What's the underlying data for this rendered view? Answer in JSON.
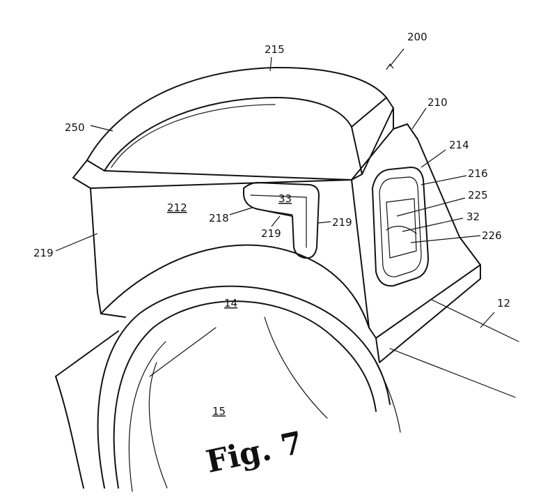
{
  "figure": {
    "caption": "Fig. 7",
    "labels": {
      "l200": "200",
      "l210": "210",
      "l214": "214",
      "l215": "215",
      "l216": "216",
      "l225": "225",
      "l32": "32",
      "l226": "226",
      "l250": "250",
      "l212": "212",
      "l218": "218",
      "l33": "33",
      "l219a": "219",
      "l219b": "219",
      "l219c": "219",
      "l14": "14",
      "l15": "15",
      "l12": "12"
    }
  }
}
